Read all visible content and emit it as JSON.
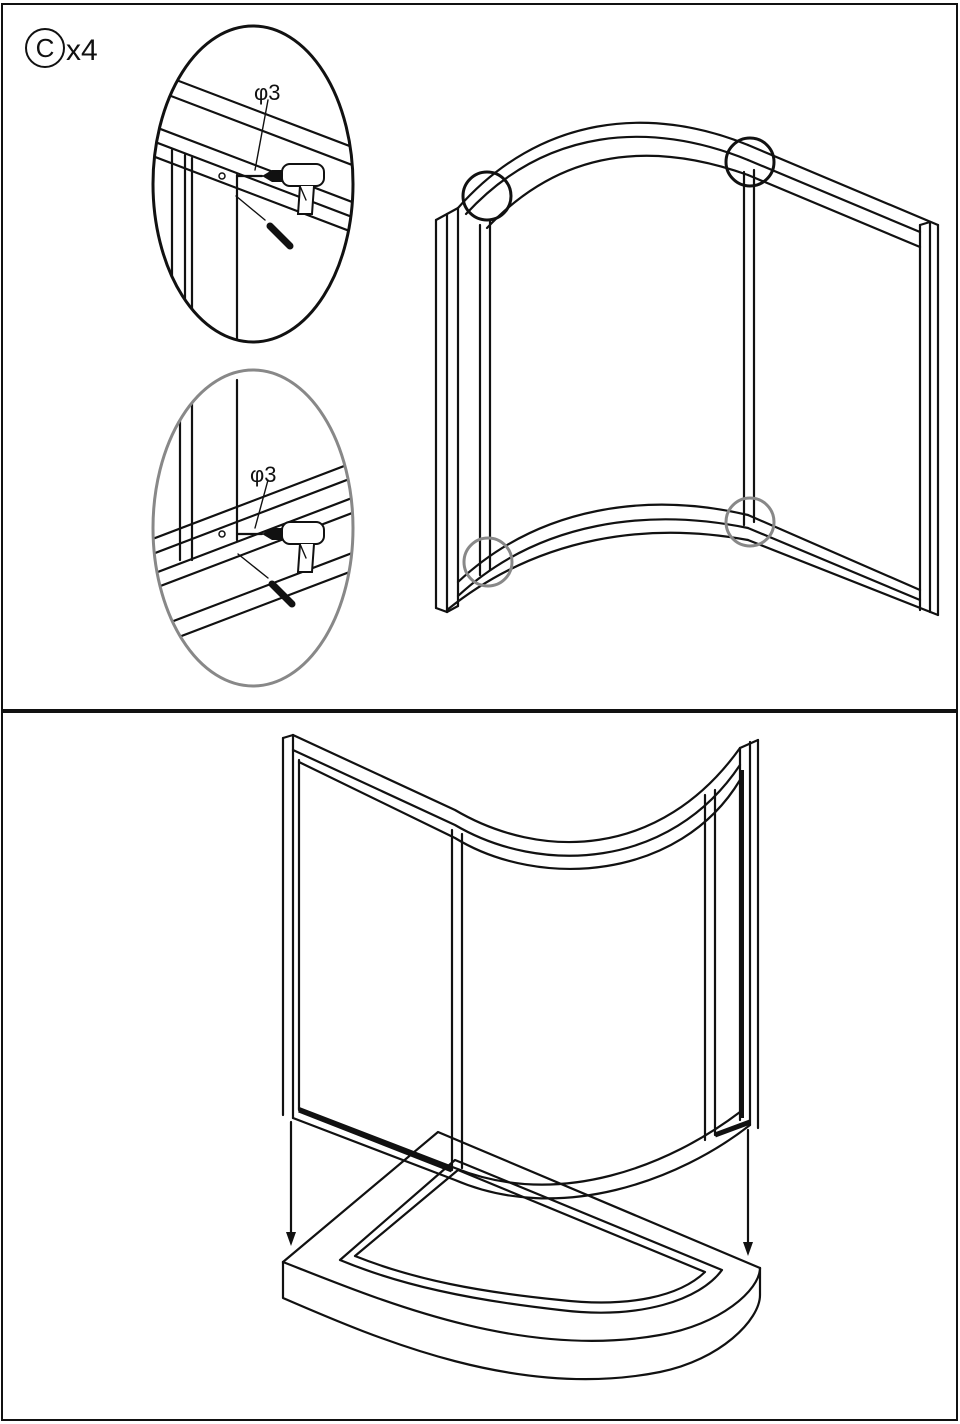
{
  "step": {
    "part_letter": "C",
    "quantity": "x4"
  },
  "detail_top": {
    "drill_label": "φ3"
  },
  "detail_bottom": {
    "drill_label": "φ3"
  },
  "colors": {
    "line": "#111111",
    "highlight_top": "#111111",
    "highlight_bottom": "#888888"
  },
  "icons": [
    "drill-icon",
    "screw-icon",
    "down-arrow-icon"
  ]
}
